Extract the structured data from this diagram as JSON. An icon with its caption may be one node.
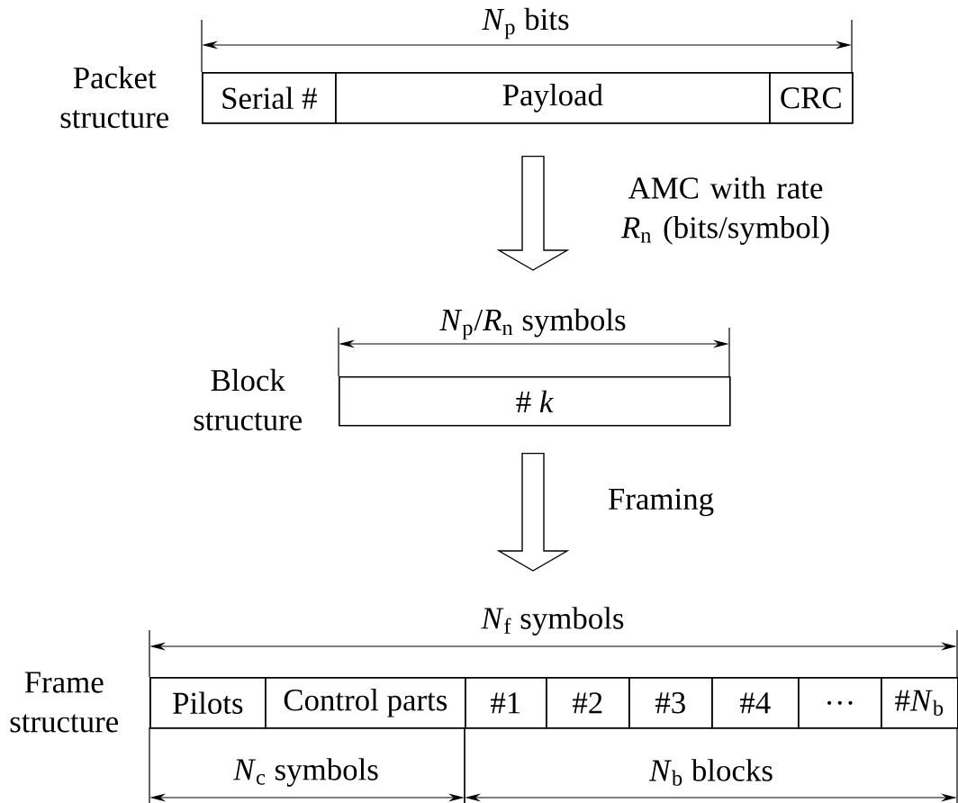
{
  "diagram": {
    "nodes": [
      {
        "text": [
          "Packet structure"
        ]
      },
      {
        "text": [
          "Serial #"
        ],
        "in": 0
      },
      {
        "text": [
          "Payload"
        ],
        "in": 0
      },
      {
        "text": [
          "CRC"
        ],
        "in": 0
      },
      {
        "text": [
          "Block structure",
          "# *k*"
        ]
      },
      {
        "text": [
          "Frame structure"
        ]
      },
      {
        "text": [
          "Pilots"
        ],
        "in": 5
      },
      {
        "text": [
          "Control parts"
        ],
        "in": 5
      },
      {
        "text": [
          "#1"
        ],
        "in": 5
      },
      {
        "text": [
          "#2"
        ],
        "in": 5
      },
      {
        "text": [
          "#3"
        ],
        "in": 5
      },
      {
        "text": [
          "#4"
        ],
        "in": 5
      },
      {
        "text": [
          "…"
        ],
        "in": 5
      },
      {
        "text": [
          "#*N*$_{b}$"
        ],
        "in": 5
      }
    ],
    "edges": [
      {
        "from": 0,
        "to": 4,
        "arrow": "to",
        "label": "AMC with rate *R*$_{n}$ (bits/symbol)"
      },
      {
        "from": 4,
        "to": 5,
        "arrow": "to",
        "label": "Framing"
      }
    ],
    "labels": [
      "*N*$_{p}$ bits",
      "*N*$_{p}$/*R*$_{n}$ symbols",
      "*N*$_{f}$ symbols",
      "*N*$_{c}$ symbols",
      "*N*$_{b}$ blocks"
    ]
  }
}
